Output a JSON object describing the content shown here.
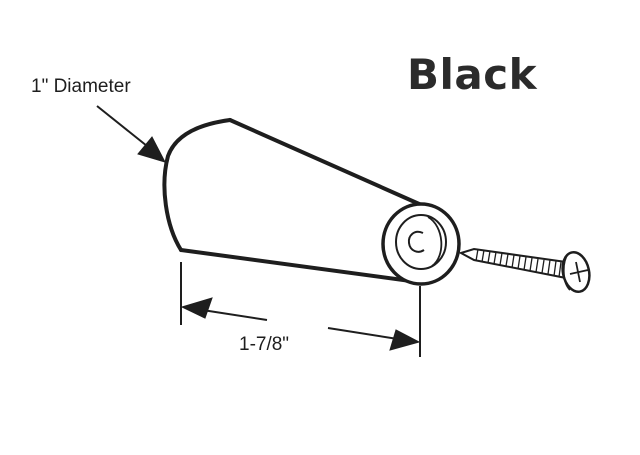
{
  "diagram": {
    "title": "Black",
    "labels": {
      "diameter": "1\" Diameter",
      "length": "1-7/8\""
    },
    "parts": [
      {
        "name": "tapered-knob",
        "description": "Tapered cylindrical knob"
      },
      {
        "name": "end-cap",
        "description": "Knob end face with recessed center marked C"
      },
      {
        "name": "screw",
        "description": "Phillips head mounting screw"
      }
    ],
    "end_cap_mark": "C",
    "colors": {
      "line": "#1e1e1e",
      "background": "#ffffff",
      "title": "#2b2b2b"
    }
  }
}
